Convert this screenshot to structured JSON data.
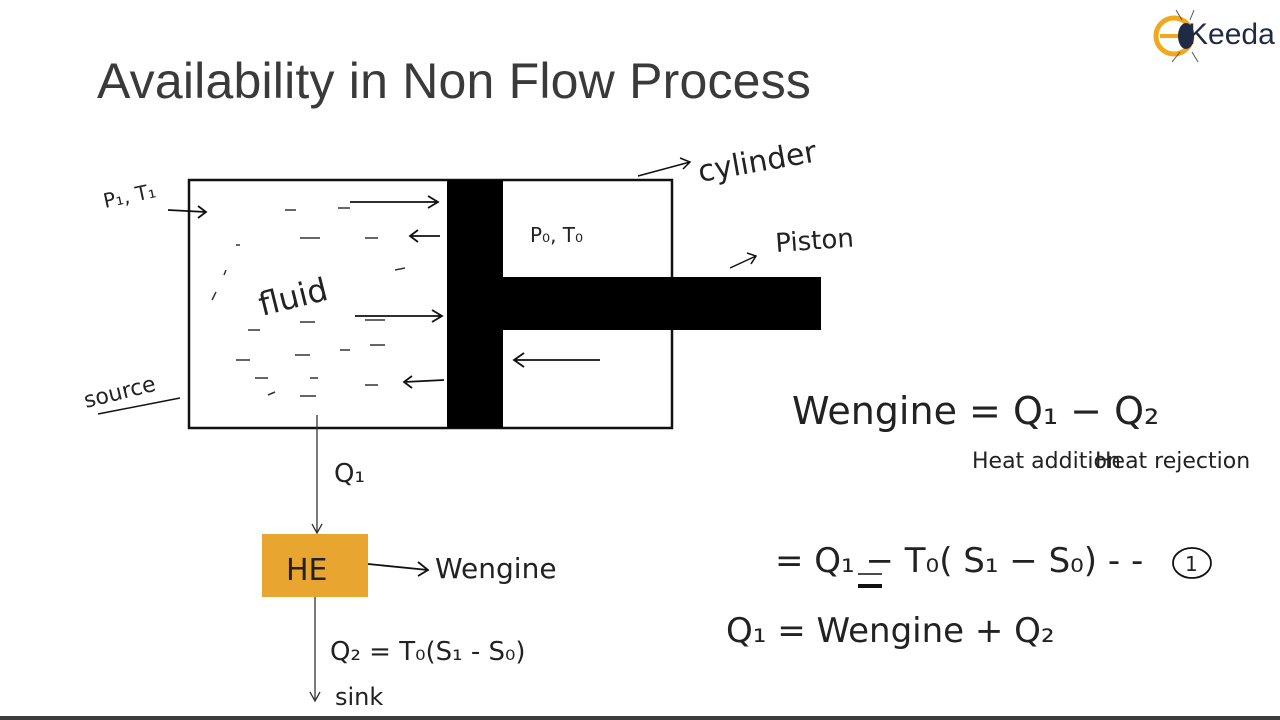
{
  "slide": {
    "title": "Availability in Non Flow Process"
  },
  "logo": {
    "text": "Keeda",
    "accent_color": "#f2a81d",
    "dark_color": "#1f2a44"
  },
  "diagram": {
    "labels": {
      "inlet_state": "P₁, T₁",
      "surroundings_state": "P₀, T₀",
      "cylinder": "cylinder",
      "piston": "Piston",
      "fluid": "fluid",
      "source": "source",
      "q1": "Q₁",
      "he": "HE",
      "work_out": "Wengine",
      "q2_eq": "Q₂ = T₀(S₁ - S₀)",
      "sink": "sink"
    },
    "he_color": "#e8a630"
  },
  "equations": {
    "line1": "Wengine = Q₁ − Q₂",
    "heat_addition": "Heat addition",
    "heat_rejection": "Heat rejection",
    "line2": "= Q₁ − T₀( S₁ − S₀)  - -",
    "eq_number": "1",
    "line3": "Q₁ = Wengine + Q₂"
  }
}
